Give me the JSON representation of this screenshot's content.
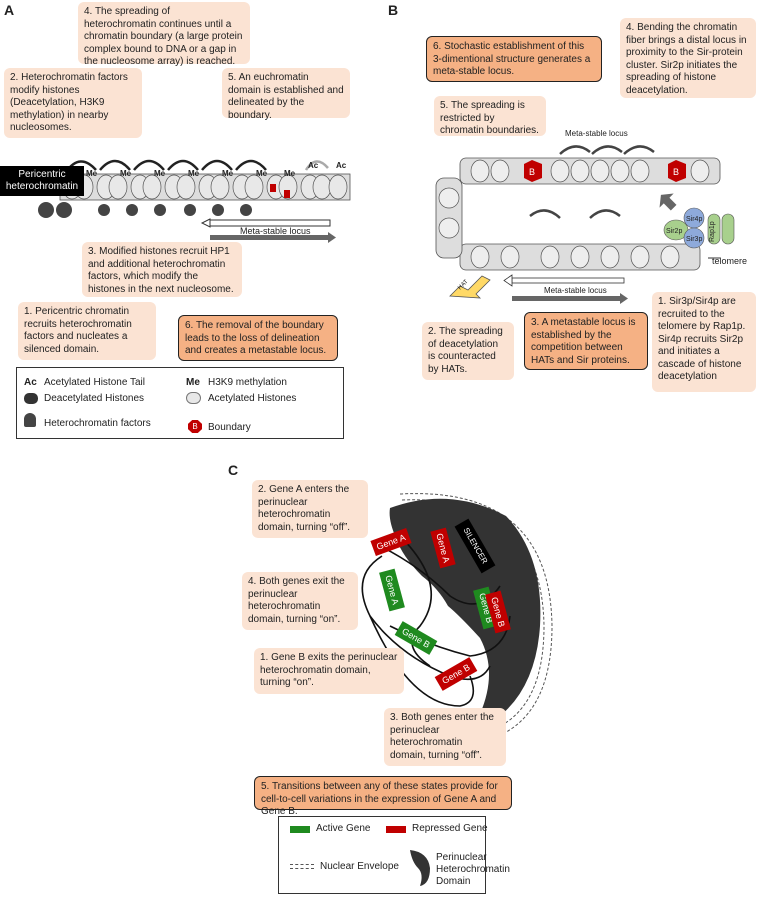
{
  "panels": {
    "a": "A",
    "b": "B",
    "c": "C"
  },
  "panel_a": {
    "callouts": {
      "c4": "4. The spreading of heterochromatin continues until a chromatin boundary (a large protein complex bound to DNA or a gap in the nucleosome array)  is reached.",
      "c2": "2. Heterochromatin factors modify histones (Deacetylation, H3K9 methylation) in nearby nucleosomes.",
      "c5": "5. An euchromatin domain is established and delineated by the boundary.",
      "c3": "3. Modified histones recruit HP1 and additional heterochromatin factors, which modify the histones in the next nucleosome.",
      "c1": "1. Pericentric chromatin recruits heterochromatin factors and nucleates a silenced domain.",
      "c6": "6. The removal of the boundary leads to the loss of delineation and creates a metastable locus."
    },
    "pericentric_label": "Pericentric heterochromatin",
    "metastable_label": "Meta-stable locus",
    "me": "Me",
    "ac": "Ac"
  },
  "legend_a": {
    "ac_sym": "Ac",
    "ac_text": "Acetylated Histone Tail",
    "me_sym": "Me",
    "me_text": "H3K9 methylation",
    "deacetylated_text": "Deacetylated Histones",
    "acetylated_text": "Acetylated Histones",
    "factors_text": "Heterochromatin factors",
    "boundary_text": "Boundary",
    "boundary_sym": "B"
  },
  "panel_b": {
    "callouts": {
      "c6": "6. Stochastic establishment of this 3-dimentional structure generates a meta-stable locus.",
      "c4": "4. Bending the chromatin fiber brings a distal locus in proximity to the Sir-protein cluster. Sir2p initiates the spreading of histone deacetylation.",
      "c5": "5. The spreading is restricted by chromatin boundaries.",
      "c2": "2. The spreading of deacetylation is counteracted by HATs.",
      "c3": "3. A metastable locus is established by the competition between HATs and Sir proteins.",
      "c1": "1. Sir3p/Sir4p are recruited to the telomere by Rap1p. Sir4p recruits Sir2p and initiates a cascade of histone deacetylation"
    },
    "metastable_top": "Meta-stable locus",
    "metastable_bottom": "Meta-stable locus",
    "telomere": "telomere",
    "sir4": "Sir4p",
    "sir2": "Sir2p",
    "sir3": "Sir3p",
    "rap1": "Rap1p",
    "hat": "HAT",
    "boundary": "B"
  },
  "panel_c": {
    "callouts": {
      "c2": "2. Gene A enters the perinuclear heterochromatin domain, turning “off”.",
      "c4": "4. Both genes exit the perinuclear heterochromatin domain, turning “on”.",
      "c1": "1. Gene B exits the perinuclear heterochromatin domain, turning “on”.",
      "c3": "3. Both genes enter the perinuclear heterochromatin domain, turning “off”.",
      "c5": "5. Transitions between any of these states provide for cell-to-cell variations in the expression of Gene A and Gene B."
    },
    "gene_a": "Gene A",
    "gene_b": "Gene B",
    "silencer": "SILENCER"
  },
  "legend_c": {
    "active": "Active Gene",
    "repressed": "Repressed Gene",
    "envelope": "Nuclear Envelope",
    "domain": "Perinuclear Heterochromatin Domain"
  },
  "colors": {
    "callout_light": "#fbe3d3",
    "callout_strong": "#f5b184",
    "active_gene": "#1f8a1f",
    "repressed_gene": "#c00000",
    "boundary": "#c00000",
    "sir_green": "#a8d08d",
    "sir_blue": "#8eaadb",
    "hat_yellow": "#ffd966"
  }
}
